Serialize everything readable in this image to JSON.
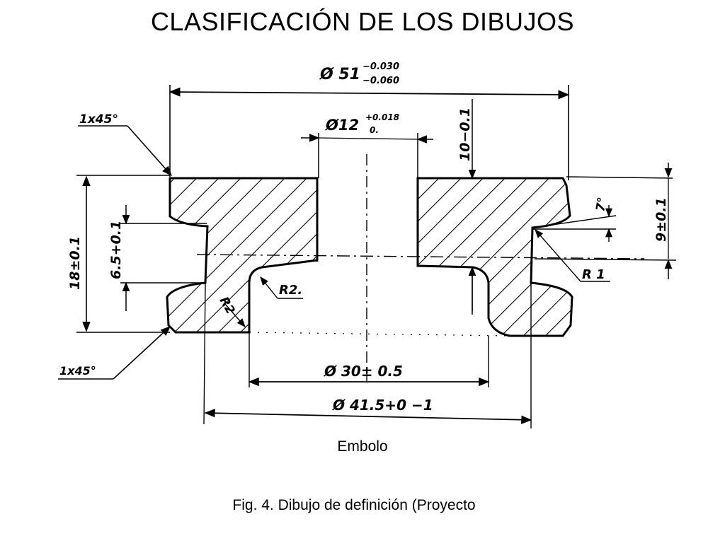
{
  "slide": {
    "title": "CLASIFICACIÓN DE LOS DIBUJOS",
    "part_name": "Embolo",
    "figure_caption": "Fig. 4. Dibujo de definición (Proyecto"
  },
  "drawing": {
    "hatch_color": "#000000",
    "dimensions": {
      "outer_dia": "Ø 51",
      "outer_dia_tol_upper": "−0.030",
      "outer_dia_tol_lower": "−0.060",
      "bore_dia": "Ø12",
      "bore_dia_tol_upper": "+0.018",
      "bore_dia_tol_lower": "0.",
      "top_chamfer": "1x45°",
      "bottom_chamfer": "1x45°",
      "total_height": "18±0.1",
      "groove_width": "6.5+0.1",
      "bore_depth": "10−0.1",
      "groove_position": "9±0.1",
      "groove_angle": "7°",
      "radius_r1": "R 1",
      "radius_r2_inner": "R2.",
      "radius_r2_corner": "R2",
      "recess_dia": "Ø 30± 0.5",
      "groove_dia": "Ø 41.5+0 −1"
    }
  }
}
